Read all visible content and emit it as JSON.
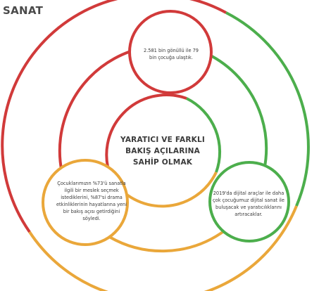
{
  "header": {
    "title": "SANAT"
  },
  "center": {
    "label": "YARATICI VE FARKLI BAKIŞ AÇILARINA SAHİP OLMAK"
  },
  "nodes": {
    "top": {
      "text": "2.581 bin gönüllü ile 79 bin çocuğa ulaştık.",
      "color": "#d13a3a"
    },
    "left": {
      "text": "Çocuklarımızın %73'ü sanatla ilgili bir meslek seçmek istediklerini, %87'si drama etkinliklerinin hayatlarına yeni bir bakış açısı getirdiğini söyledi.",
      "color": "#eaa73a"
    },
    "right": {
      "text": "2019'da dijital araçlar ile daha çok çocuğumuz dijital sanat ile buluşacak ve yaratıcılıklarını artıracaklar.",
      "color": "#4cae4c"
    }
  }
}
